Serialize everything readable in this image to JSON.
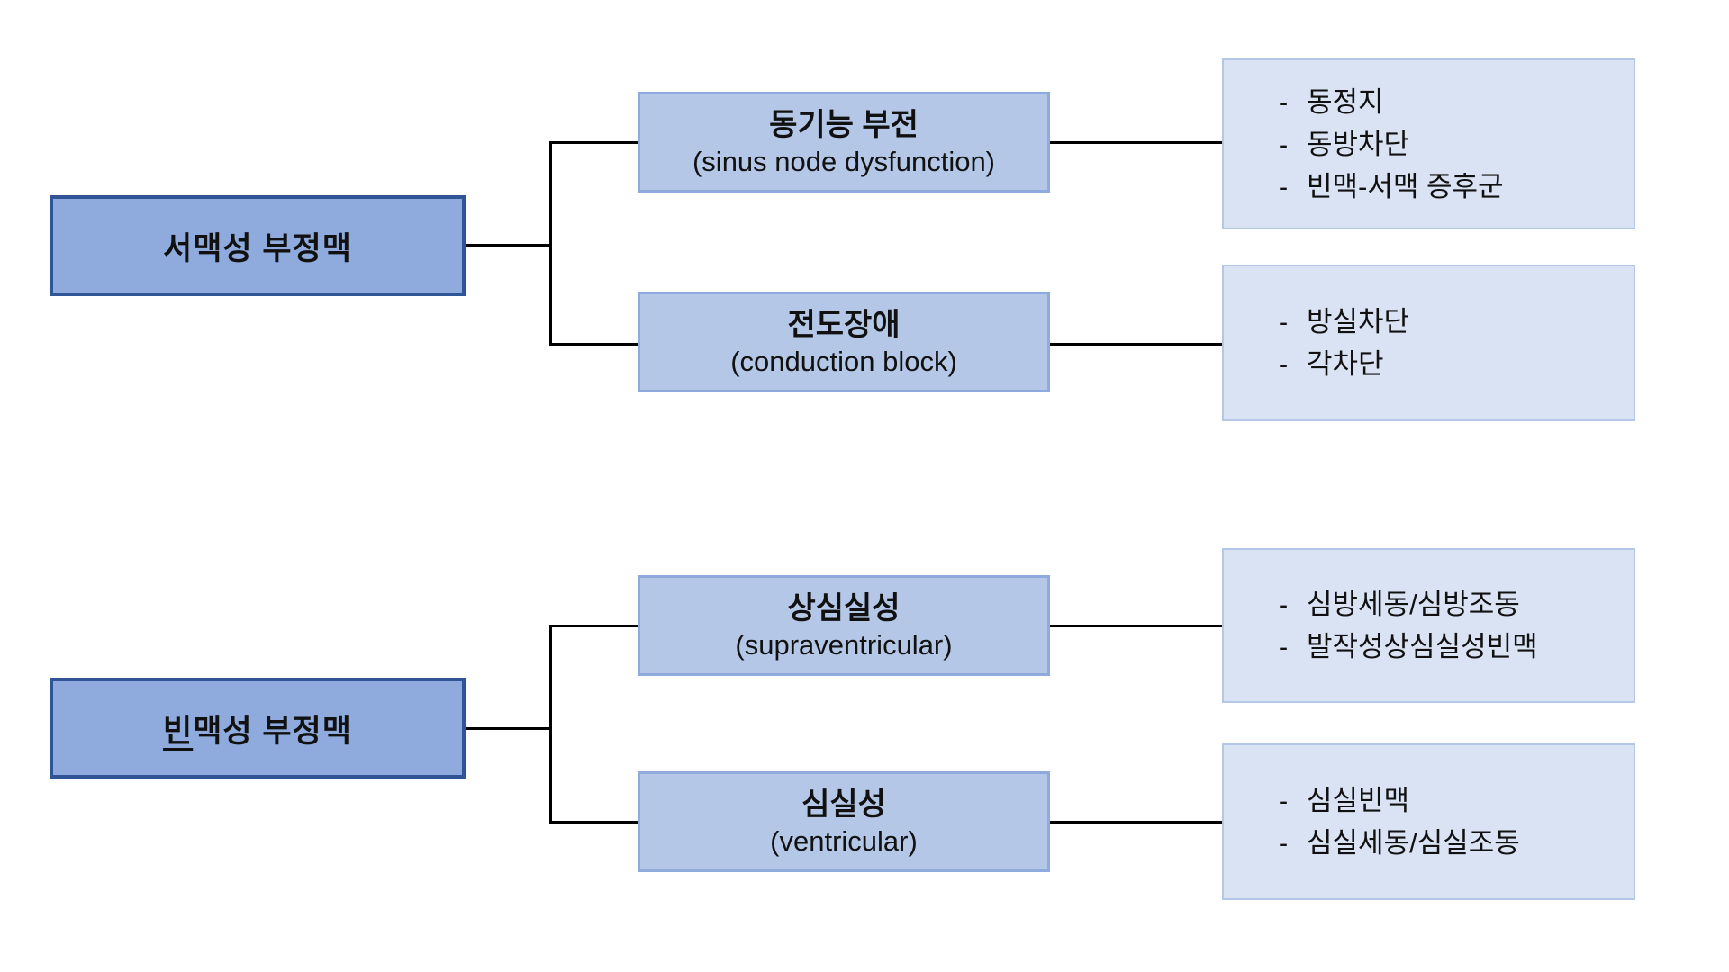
{
  "diagram": {
    "bullet": "-",
    "colors": {
      "root_fill": "#8faadc",
      "root_border": "#2f5597",
      "branch_fill": "#b4c7e7",
      "branch_border": "#8faadc",
      "leaf_fill": "#dae3f3",
      "leaf_border": "#b4c7e7",
      "connector": "#000000",
      "background": "#ffffff"
    },
    "sections": [
      {
        "root": {
          "label_underlined": "",
          "label_rest": "서맥성 부정맥"
        },
        "branches": [
          {
            "title": "동기능 부전",
            "subtitle": "(sinus node dysfunction)",
            "items": [
              "동정지",
              "동방차단",
              "빈맥-서맥 증후군"
            ]
          },
          {
            "title": "전도장애",
            "subtitle": "(conduction block)",
            "items": [
              "방실차단",
              "각차단"
            ]
          }
        ]
      },
      {
        "root": {
          "label_underlined": "빈",
          "label_rest": "맥성 부정맥"
        },
        "branches": [
          {
            "title": "상심실성",
            "subtitle": "(supraventricular)",
            "items": [
              "심방세동/심방조동",
              "발작성상심실성빈맥"
            ]
          },
          {
            "title": "심실성",
            "subtitle": "(ventricular)",
            "items": [
              "심실빈맥",
              "심실세동/심실조동"
            ]
          }
        ]
      }
    ]
  }
}
